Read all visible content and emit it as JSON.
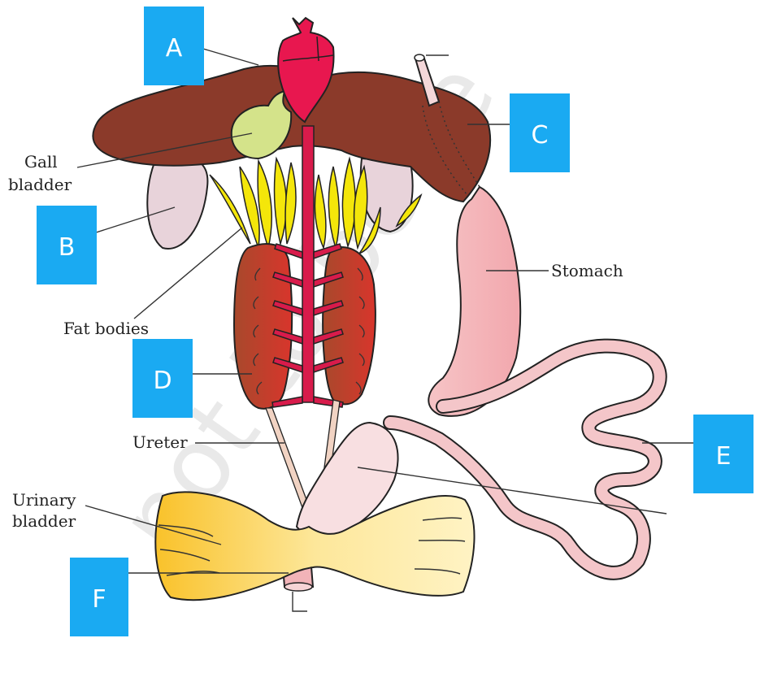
{
  "watermark": "not to be re",
  "labels": {
    "gall_1": "Gall",
    "gall_2": "bladder",
    "fat_bodies": "Fat bodies",
    "ureter": "Ureter",
    "urinary_1": "Urinary",
    "urinary_2": "bladder",
    "stomach": "Stomach"
  },
  "boxes": {
    "a": "A",
    "b": "B",
    "c": "C",
    "d": "D",
    "e": "E",
    "f": "F"
  },
  "colors": {
    "box": "#1aaaf2",
    "liver": "#8b3a2a",
    "heart": "#e8174f",
    "gall_bladder": "#d4e38a",
    "lung": "#e8d3da",
    "fat": "#f4e60a",
    "kidney": "#c0392b",
    "vein": "#d81b4b",
    "intestine": "#f4b8bd",
    "bladder": "#fbd24a"
  }
}
